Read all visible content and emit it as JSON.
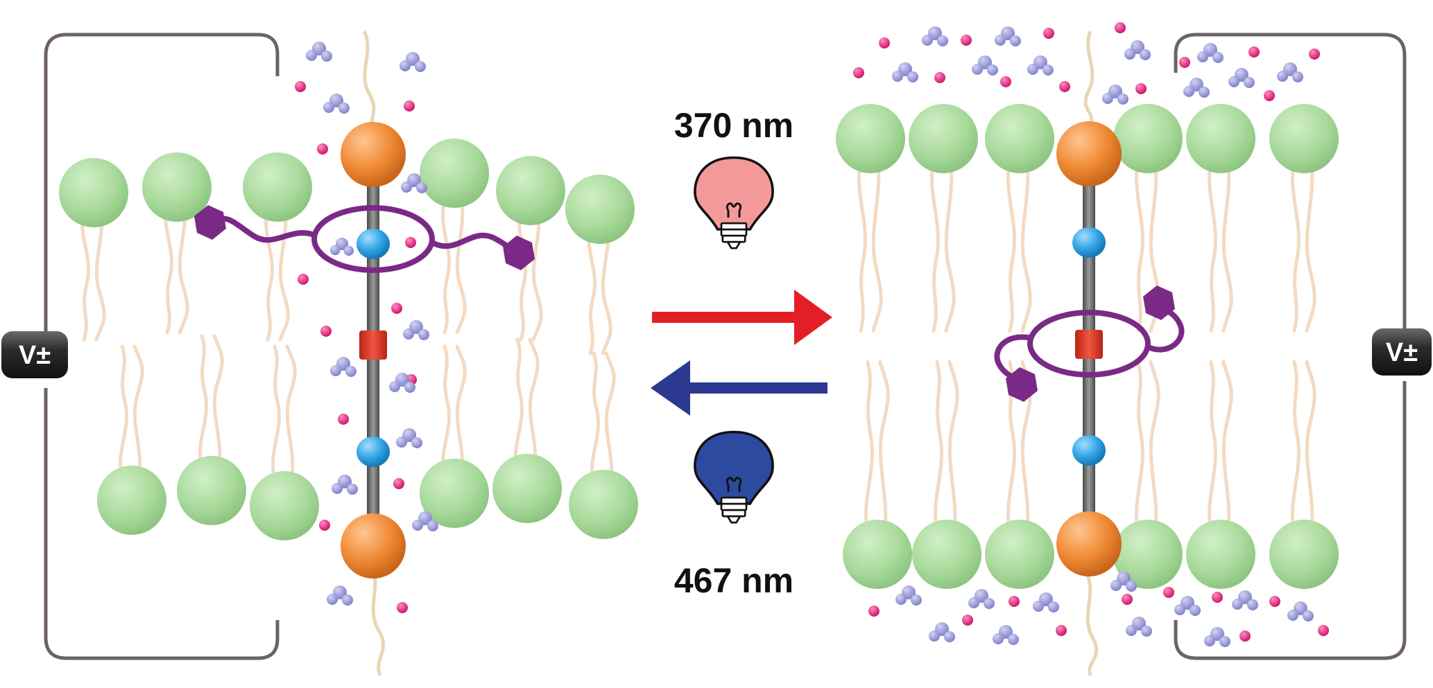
{
  "voltage_label": "V±",
  "forward_wavelength": "370 nm",
  "reverse_wavelength": "467 nm",
  "icons": {
    "forward_bulb": "light-bulb-icon",
    "reverse_bulb": "light-bulb-icon"
  },
  "colors": {
    "lipid_head": "#a7d99a",
    "lipid_tail": "#f5d9c2",
    "axle": "#666666",
    "stopper": "#f08a35",
    "station_blue": "#2fa3e6",
    "station_red": "#e03a2a",
    "macrocycle": "#7a2a86",
    "ion_pink": "#e3237d",
    "ion_lavender": "#8e8fd6",
    "arrow_forward": "#e41e26",
    "arrow_reverse": "#2b3990",
    "bulb_forward": "#f4999a",
    "bulb_reverse": "#2c4aa0",
    "voltage_box": "#2a2a2a",
    "electrode_wire": "#6d6262"
  }
}
